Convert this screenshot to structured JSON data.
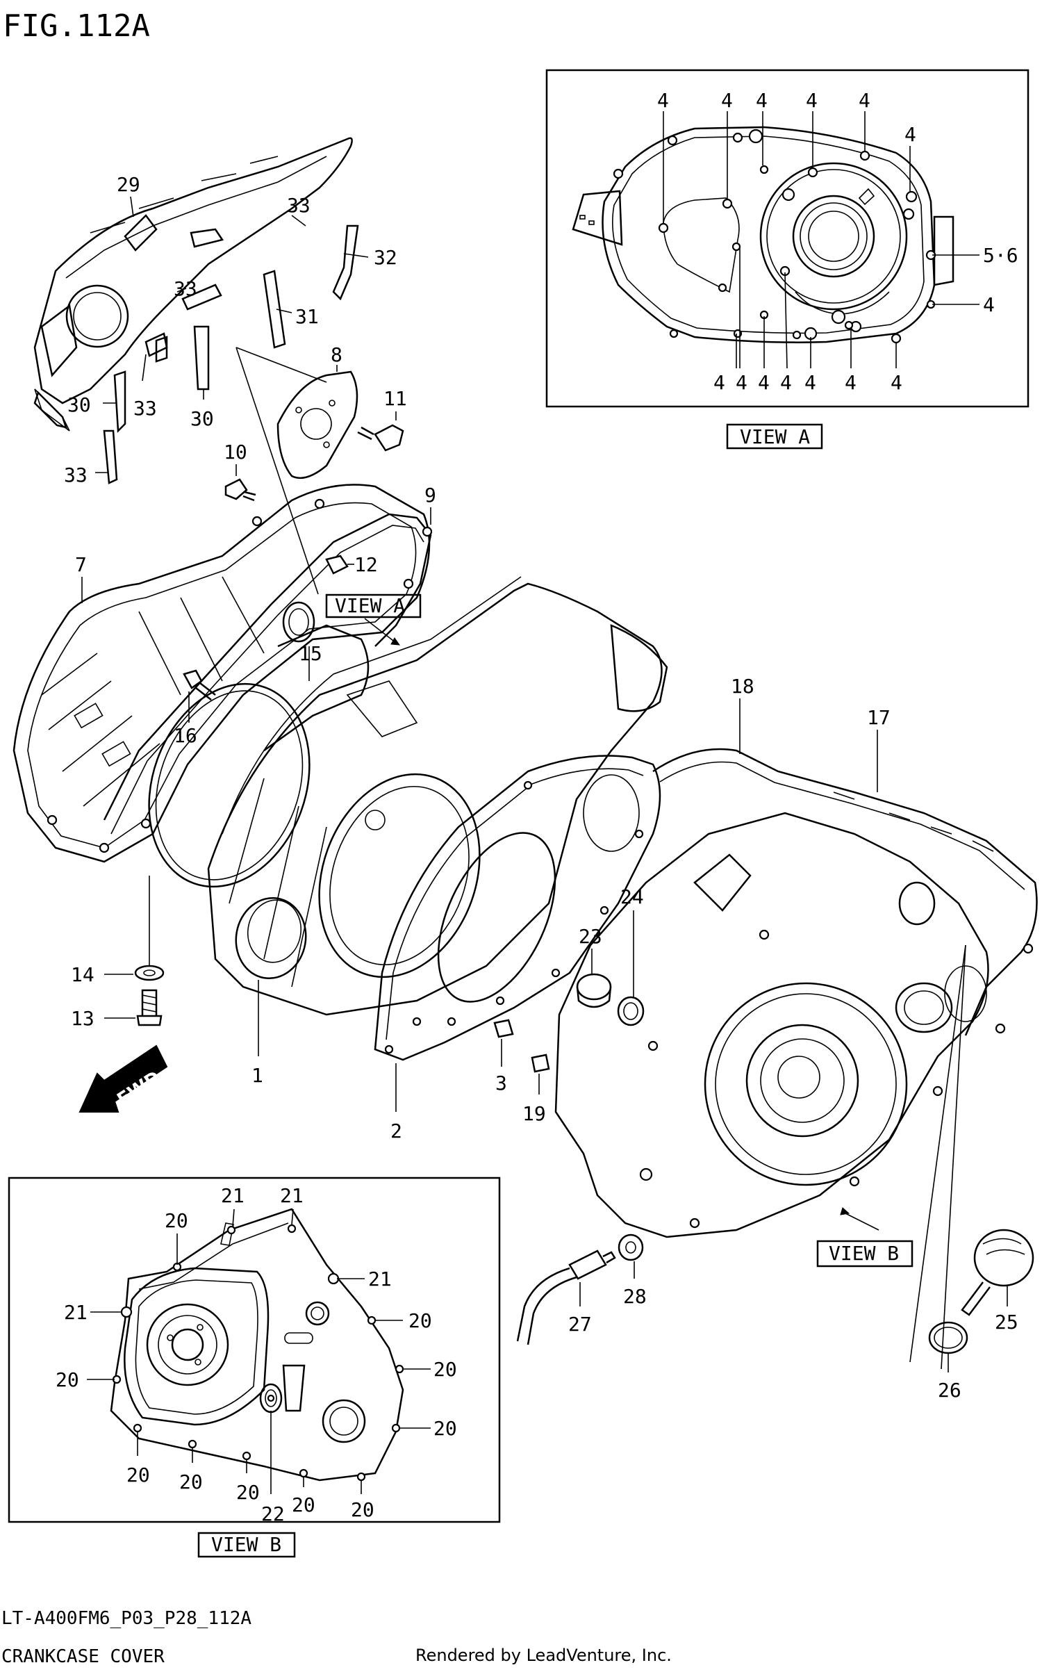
{
  "header": {
    "title": "FIG.112A"
  },
  "footer": {
    "code": "LT-A400FM6_P03_P28_112A",
    "name": "CRANKCASE COVER",
    "credit": "Rendered by LeadVenture, Inc."
  },
  "views": {
    "a": "VIEW A",
    "b": "VIEW B"
  },
  "fwd": "FWD",
  "labels": {
    "p1": "1",
    "p2": "2",
    "p3": "3",
    "p7": "7",
    "p8": "8",
    "p9": "9",
    "p10": "10",
    "p11": "11",
    "p12": "12",
    "p13": "13",
    "p14": "14",
    "p15": "15",
    "p16": "16",
    "p17": "17",
    "p18": "18",
    "p19": "19",
    "p23": "23",
    "p24": "24",
    "p25": "25",
    "p26": "26",
    "p27": "27",
    "p28": "28",
    "p29": "29",
    "p30": "30",
    "p31": "31",
    "p32": "32",
    "p33": "33",
    "p4": "4",
    "p56": "5·6",
    "p20": "20",
    "p21": "21",
    "p22": "22"
  }
}
